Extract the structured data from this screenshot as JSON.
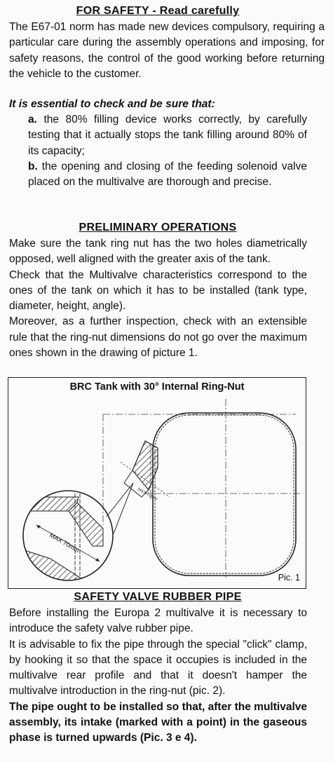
{
  "s1": {
    "title": "FOR SAFETY - Read carefully",
    "body": "The E67-01 norm has made new devices compulsory, requiring a particular care during the assembly operations and imposing, for safety reasons, the control of the good working before returning the vehicle to the customer.",
    "check": "It is essential to check and be sure that:",
    "items": [
      {
        "marker": "a.",
        "text": " the 80% filling device works correctly, by carefully testing that it actually stops the tank filling around 80% of its capacity;"
      },
      {
        "marker": "b.",
        "text": " the opening and closing of the feeding solenoid valve placed on the multivalve are thorough and precise."
      }
    ]
  },
  "s2": {
    "title": "PRELIMINARY OPERATIONS",
    "paras": [
      "Make sure the tank ring nut has the two holes diametrically opposed, well aligned with the greater axis of the tank.",
      "Check that the Multivalve characteristics correspond to the ones of the tank on which it has to be installed (tank type, diameter, height, angle).",
      "Moreover, as a further inspection, check with an extensible rule that the ring-nut dimensions do not go over the maximum ones shown in the drawing of picture 1."
    ]
  },
  "figure": {
    "title": "BRC Tank with 30° Internal Ring-Nut",
    "caption": "Pic. 1",
    "dim_label": "MAX 70mm",
    "small_label": "MAX 70mm"
  },
  "s3": {
    "title": "SAFETY VALVE RUBBER PIPE",
    "paras": [
      "Before installing the Europa 2 multivalve it is necessary to introduce the safety valve rubber pipe.",
      "It is advisable to fix the pipe through the special \"click\" clamp, by hooking it so that the space it occupies is included in the multivalve rear profile and that it doesn't hamper the multivalve introduction in the ring-nut (pic. 2)."
    ],
    "bold_para": "The pipe ought to be installed so that, after the multivalve assembly, its intake (marked with a point) in the gaseous phase is turned upwards (Pic. 3 e 4)."
  }
}
